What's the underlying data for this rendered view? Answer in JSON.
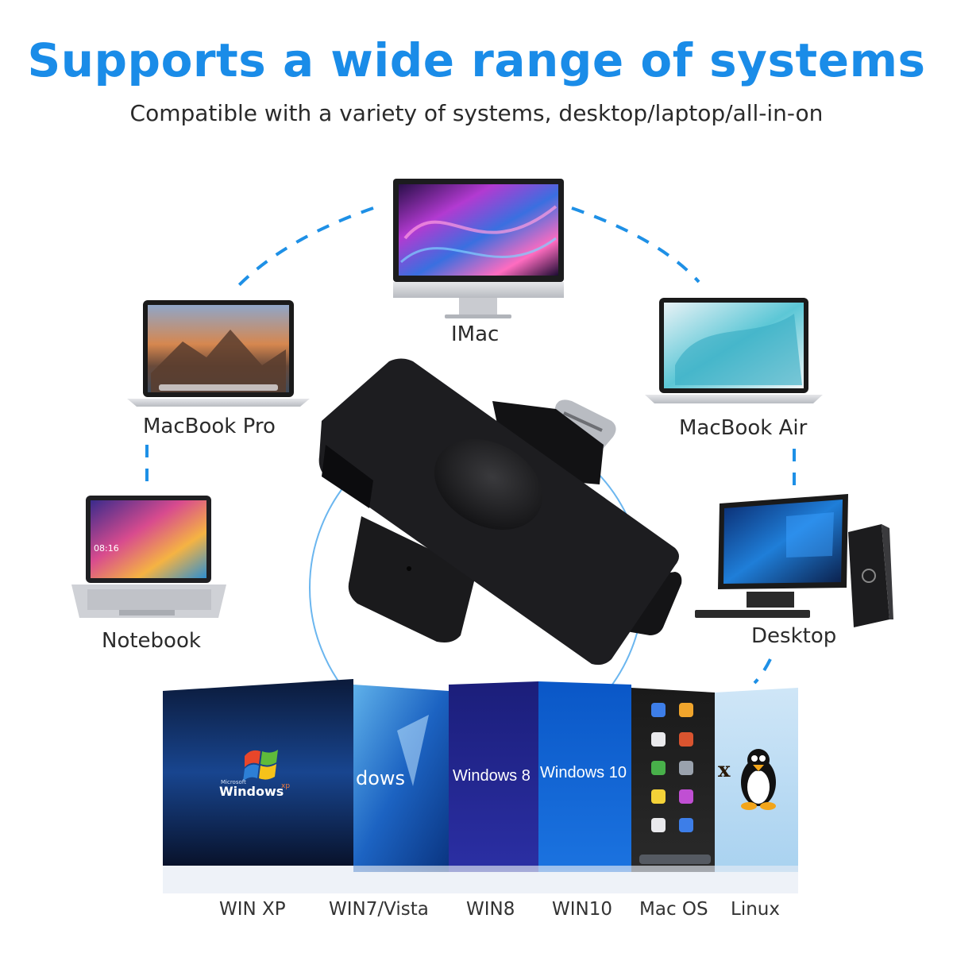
{
  "header": {
    "title": "Supports a wide range of systems",
    "subtitle": "Compatible with a variety of systems,  desktop/laptop/all-in-on"
  },
  "devices": {
    "imac": "IMac",
    "macbook_pro": "MacBook Pro",
    "macbook_air": "MacBook Air",
    "notebook": "Notebook",
    "desktop": "Desktop"
  },
  "os_panels": {
    "xp_logo_small": "Microsoft",
    "xp_logo": "Windows",
    "xp_sup": "xp",
    "win7_logo": "dows",
    "win8_logo": "Windows 8",
    "win10_logo": "Windows 10",
    "linux_logo": "x",
    "notebook_time": "08:16"
  },
  "os_labels": [
    "WIN XP",
    "WIN7/Vista",
    "WIN8",
    "WIN10",
    "Mac OS",
    "Linux"
  ],
  "colors": {
    "accent": "#1a8ce8",
    "dashed_arc": "#1e90e6"
  }
}
